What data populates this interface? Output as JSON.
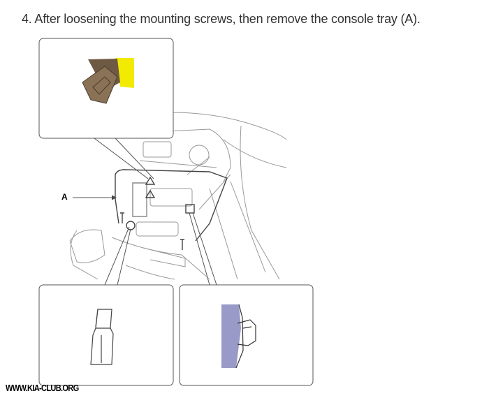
{
  "instruction": {
    "step_text": "4. After loosening the mounting screws, then remove the console tray (A)."
  },
  "figure": {
    "part_label": "A",
    "watermark": "WWW.KIA-CLUB.ORG",
    "colors": {
      "clip": "#8a7257",
      "trim": "#f2ea00",
      "panel": "#9a9ac8",
      "line": "#555555"
    }
  }
}
